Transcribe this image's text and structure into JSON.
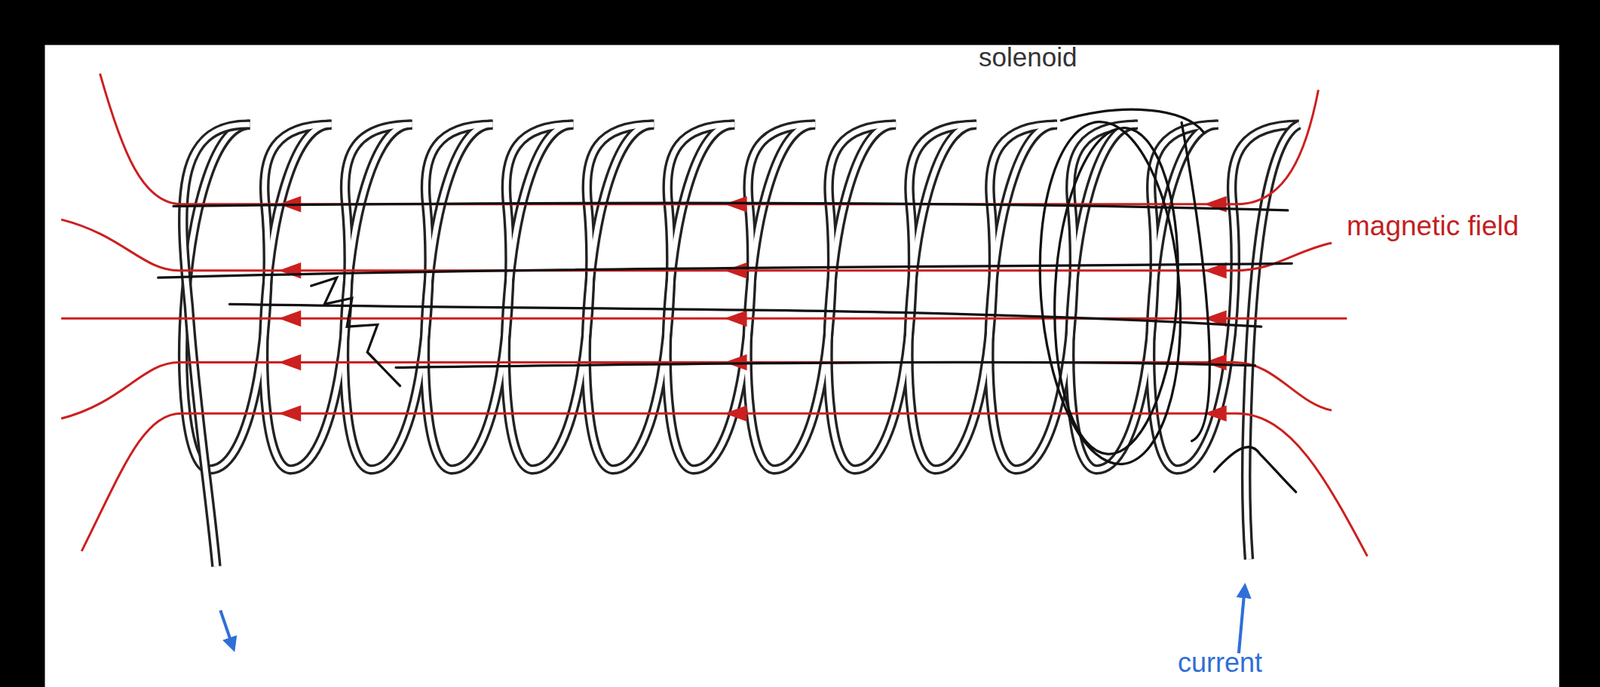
{
  "diagram": {
    "labels": [
      "solenoid",
      "magnetic field",
      "current"
    ]
  }
}
